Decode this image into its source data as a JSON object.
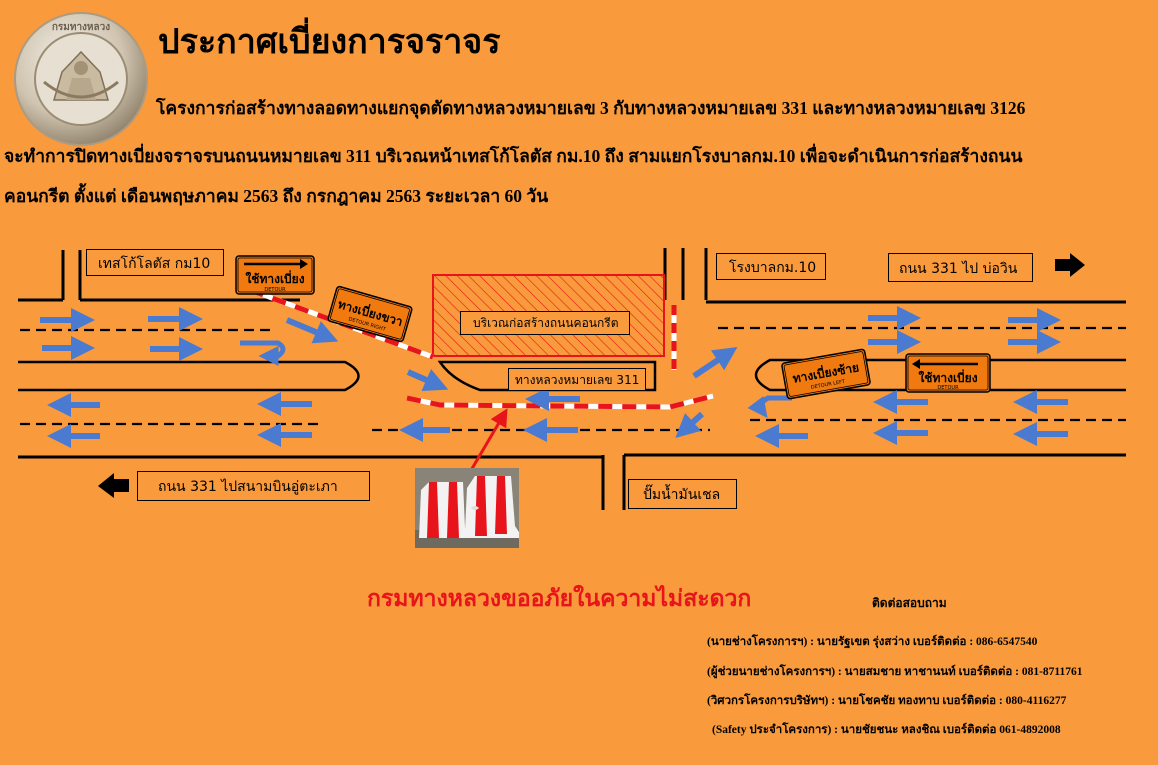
{
  "notice": {
    "title": "ประกาศเบี่ยงการจราจร",
    "body_lines": [
      "โครงการก่อสร้างทางลอดทางแยกจุดตัดทางหลวงหมายเลข 3 กับทางหลวงหมายเลข 331 และทางหลวงหมายเลข 3126",
      "จะทำการปิดทางเบี่ยงจราจรบนถนนหมายเลข 311 บริเวณหน้าเทสโก้โลตัส กม.10 ถึง สามแยกโรงบาลกม.10 เพื่อจะดำเนินการก่อสร้างถนน",
      "คอนกรีต  ตั้งแต่ เดือนพฤษภาคม 2563 ถึง กรกฎาคม 2563 ระยะเวลา 60 วัน"
    ],
    "logo_text": "กรมทางหลวง"
  },
  "map": {
    "labels": {
      "tesco": "เทสโก้โลตัส กม10",
      "hospital": "โรงบาลกม.10",
      "to_bowin": "ถนน 331 ไป บ่อวิน",
      "construction": "บริเวณก่อสร้างถนนคอนกรีต",
      "highway": "ทางหลวงหมายเลข 311",
      "to_airport": "ถนน 331 ไปสนามบินอู่ตะเภา",
      "gas_station": "ปั๊มน้ำมันเชล"
    },
    "signs": {
      "detour_left_top": "ใช้ทางเบี่ยง",
      "detour_left_top_en": "DETOUR",
      "detour_right": "ทางเบี่ยงขวา",
      "detour_right_en": "DETOUR RIGHT",
      "detour_left": "ทางเบี่ยงซ้าย",
      "detour_left_en": "DETOUR LEFT",
      "detour_right_side": "ใช้ทางเบี่ยง",
      "detour_right_side_en": "DETOUR"
    },
    "colors": {
      "background": "#F99A3C",
      "arrow_blue": "#4A7BD0",
      "barrier_red": "#E8141B",
      "sign_orange": "#F07A10"
    }
  },
  "footer": {
    "apology": "กรมทางหลวงขออภัยในความไม่สะดวก",
    "contact_title": "ติดต่อสอบถาม",
    "contacts": [
      "(นายช่างโครงการฯ) : นายรัฐเขต  รุ่งสว่าง    เบอร์ติดต่อ : 086-6547540",
      "(ผู้ช่วยนายช่างโครงการฯ) : นายสมชาย  หาชานนท์  เบอร์ติดต่อ : 081-8711761",
      "(วิศวกรโครงการบริษัทฯ) : นายโชคชัย  ทองทาบ    เบอร์ติดต่อ : 080-4116277",
      "(Safety ประจำโครงการ) : นายชัยชนะ  หลงชิณ  เบอร์ติดต่อ 061-4892008"
    ]
  }
}
